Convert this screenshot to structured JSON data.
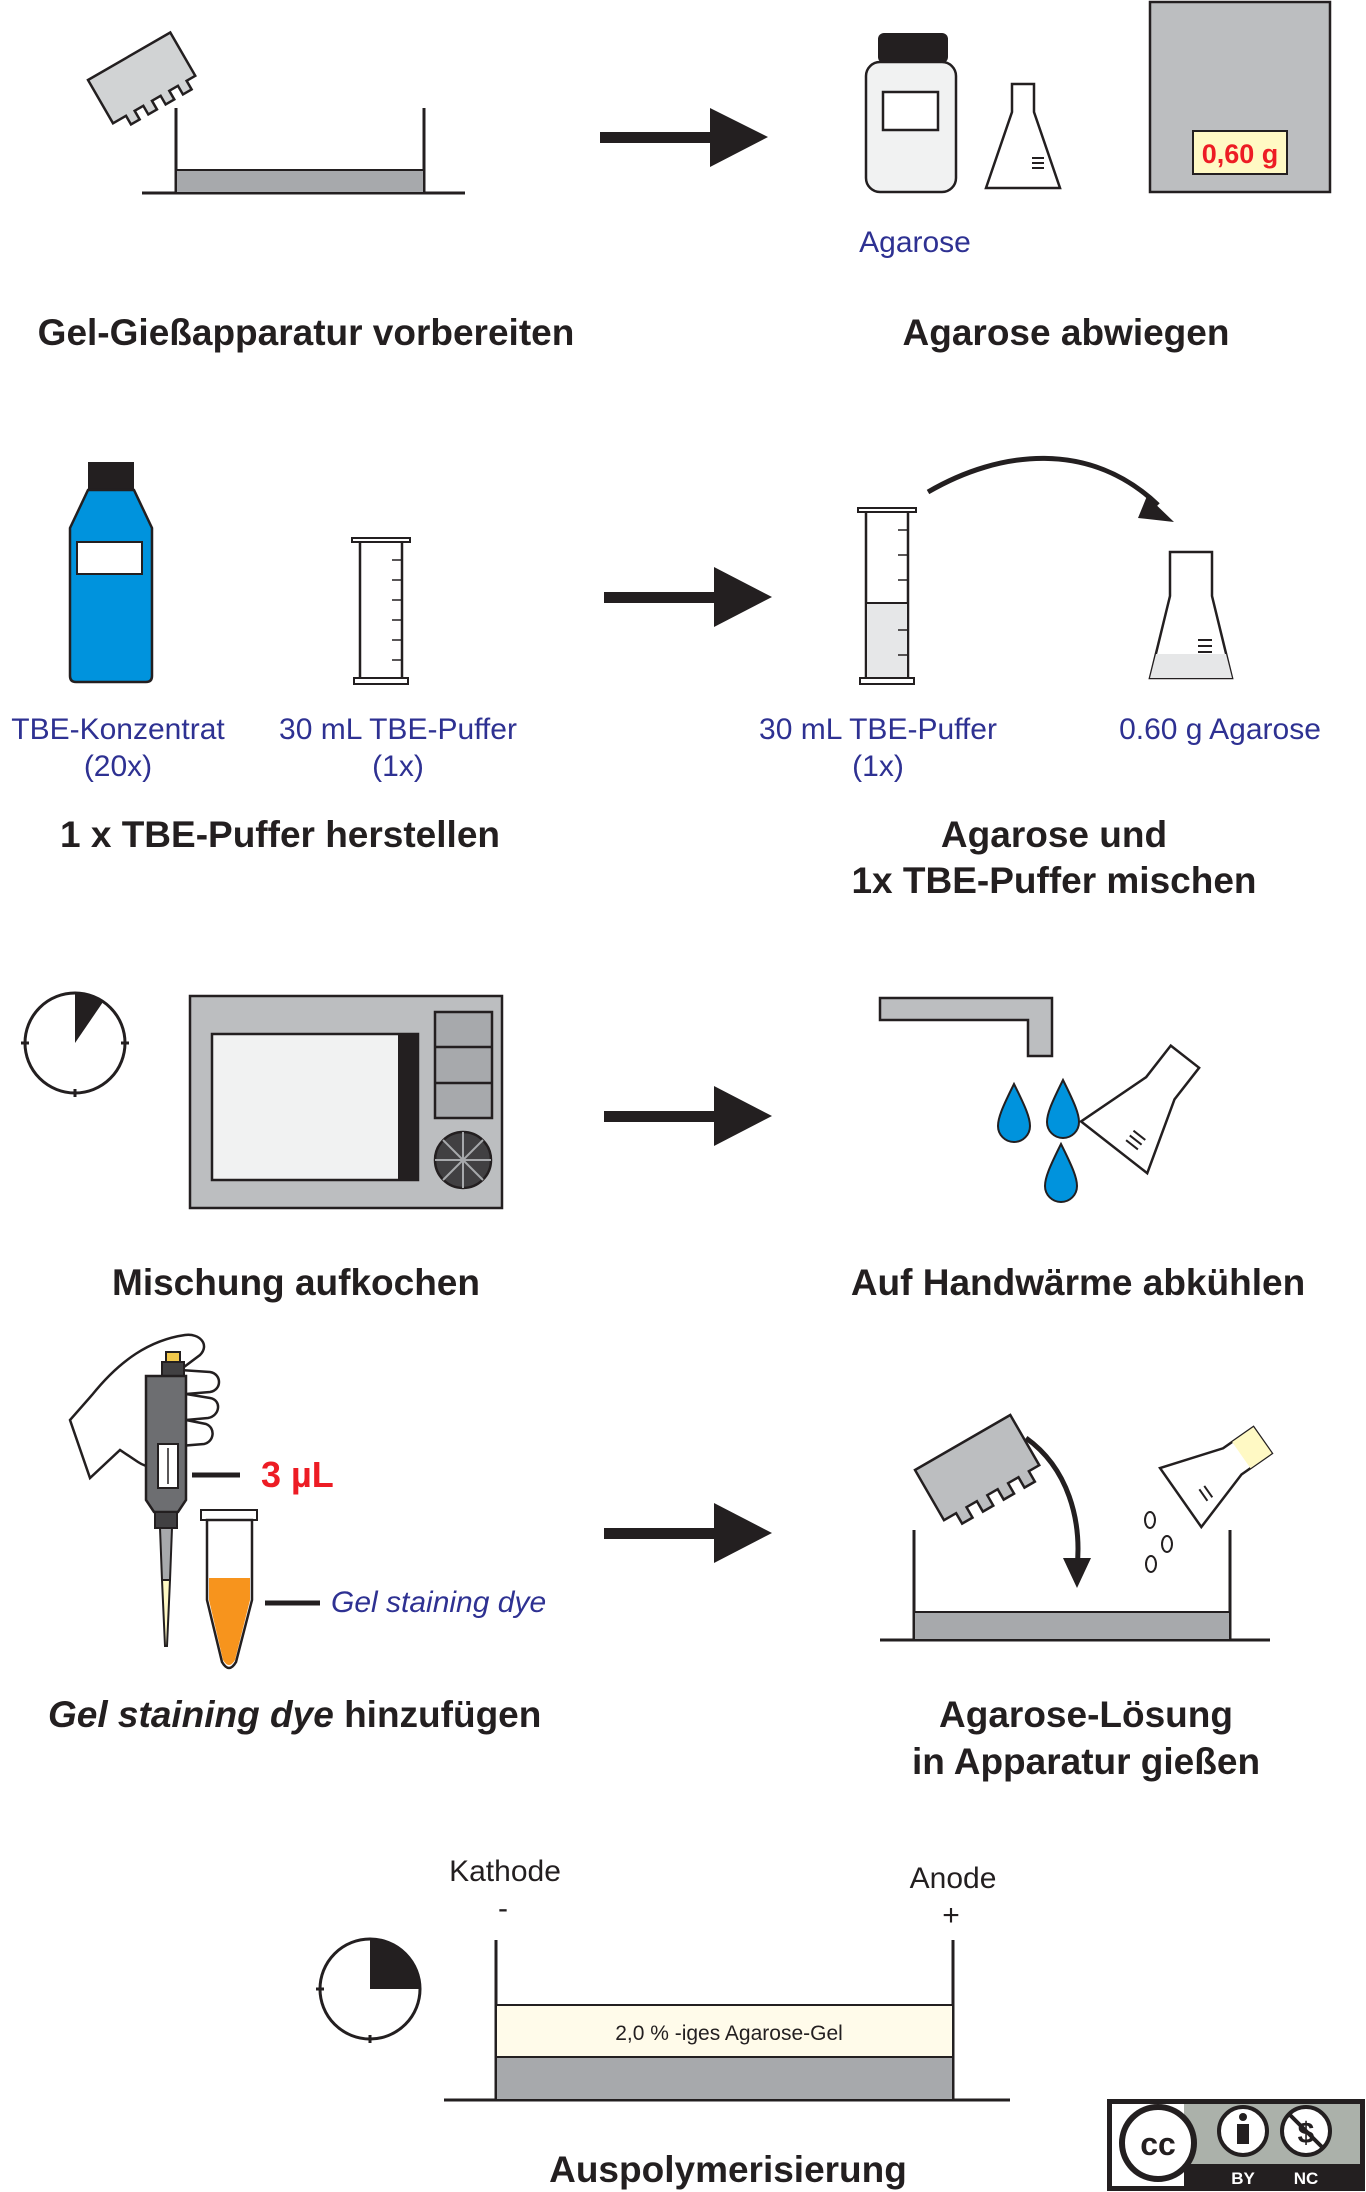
{
  "steps": [
    {
      "title": "Gel-Gießapparatur vorbereiten"
    },
    {
      "title": "Agarose abwiegen",
      "labels": [
        "Agarose"
      ],
      "scale_reading": "0,60 g"
    },
    {
      "title": "1 x TBE-Puffer herstellen",
      "labels": [
        "TBE-Konzentrat",
        "(20x)",
        "30 mL TBE-Puffer",
        "(1x)"
      ]
    },
    {
      "title_lines": [
        "Agarose und",
        "1x TBE-Puffer mischen"
      ],
      "labels": [
        "30 mL TBE-Puffer",
        "(1x)",
        "0.60 g Agarose"
      ]
    },
    {
      "title": "Mischung aufkochen"
    },
    {
      "title": "Auf Handwärme abkühlen"
    },
    {
      "title_italic": "Gel staining dye",
      "title_rest": " hinzufügen",
      "volume": "3 µL",
      "dye_label": "Gel staining dye"
    },
    {
      "title_lines": [
        "Agarose-Lösung",
        "in Apparatur gießen"
      ]
    },
    {
      "title": "Auspolymerisierung",
      "cathode": "Kathode",
      "cathode_sign": "-",
      "anode": "Anode",
      "anode_sign": "+",
      "gel_label": "2,0 % -iges Agarose-Gel"
    }
  ],
  "license": {
    "cc": "cc",
    "by": "BY",
    "nc": "NC"
  },
  "colors": {
    "blue_text": "#2e3192",
    "water_blue": "#0093dd",
    "dye_orange": "#f7941d",
    "red_text": "#ed1c24",
    "gel_grey": "#a7a9ac"
  }
}
